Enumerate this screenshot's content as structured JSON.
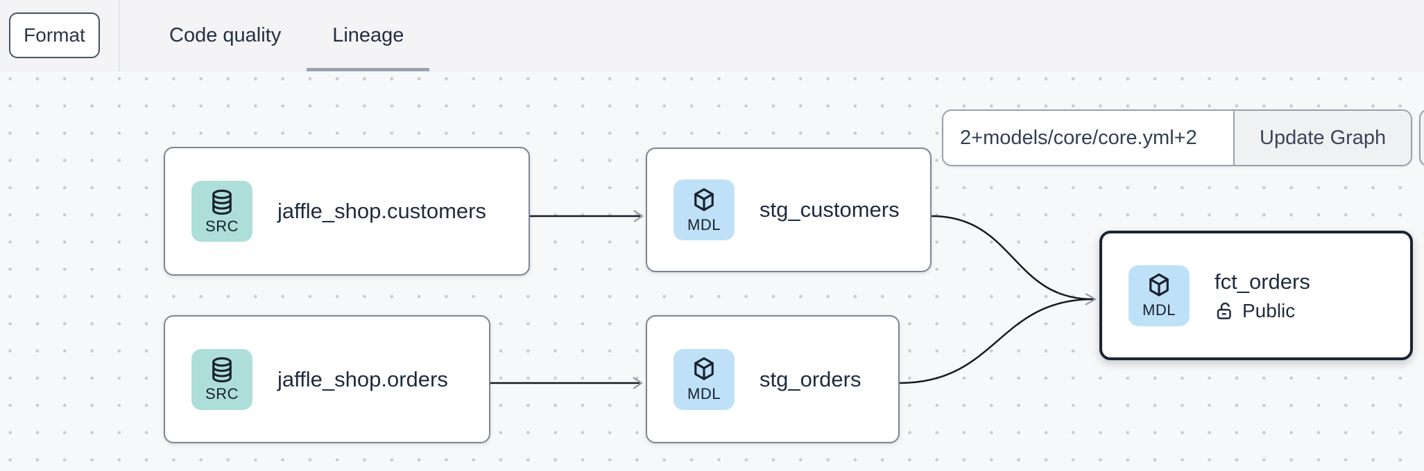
{
  "header": {
    "format_button_label": "Format",
    "tabs": [
      {
        "label": "Code quality",
        "active": false
      },
      {
        "label": "Lineage",
        "active": true
      }
    ]
  },
  "lineage_toolbar": {
    "selector_input_value": "2+models/core/core.yml+2",
    "update_graph_button_label": "Update Graph"
  },
  "graph": {
    "nodes": [
      {
        "label": "jaffle_shop.customers",
        "badge": "SRC",
        "icon": "database-icon",
        "kind": "source",
        "selected": false
      },
      {
        "label": "stg_customers",
        "badge": "MDL",
        "icon": "cube-icon",
        "kind": "model",
        "selected": false
      },
      {
        "label": "jaffle_shop.orders",
        "badge": "SRC",
        "icon": "database-icon",
        "kind": "source",
        "selected": false
      },
      {
        "label": "stg_orders",
        "badge": "MDL",
        "icon": "cube-icon",
        "kind": "model",
        "selected": false
      },
      {
        "label": "fct_orders",
        "badge": "MDL",
        "icon": "cube-icon",
        "kind": "model",
        "access": "Public",
        "access_icon": "lock-open-icon",
        "selected": true
      }
    ],
    "edges": [
      {
        "from": "jaffle_shop.customers",
        "to": "stg_customers"
      },
      {
        "from": "jaffle_shop.orders",
        "to": "stg_orders"
      },
      {
        "from": "stg_customers",
        "to": "fct_orders"
      },
      {
        "from": "stg_orders",
        "to": "fct_orders"
      }
    ]
  },
  "colors": {
    "source_badge_bg": "#AEDEDA",
    "model_badge_bg": "#BFE1F7",
    "node_border": "#7C8493",
    "selected_node_border": "#1B2533",
    "edge_stroke": "#16191F",
    "arrowhead": "#8D93A0",
    "active_tab_underline": "#9CA3AE",
    "text": "#1F2B3E"
  }
}
